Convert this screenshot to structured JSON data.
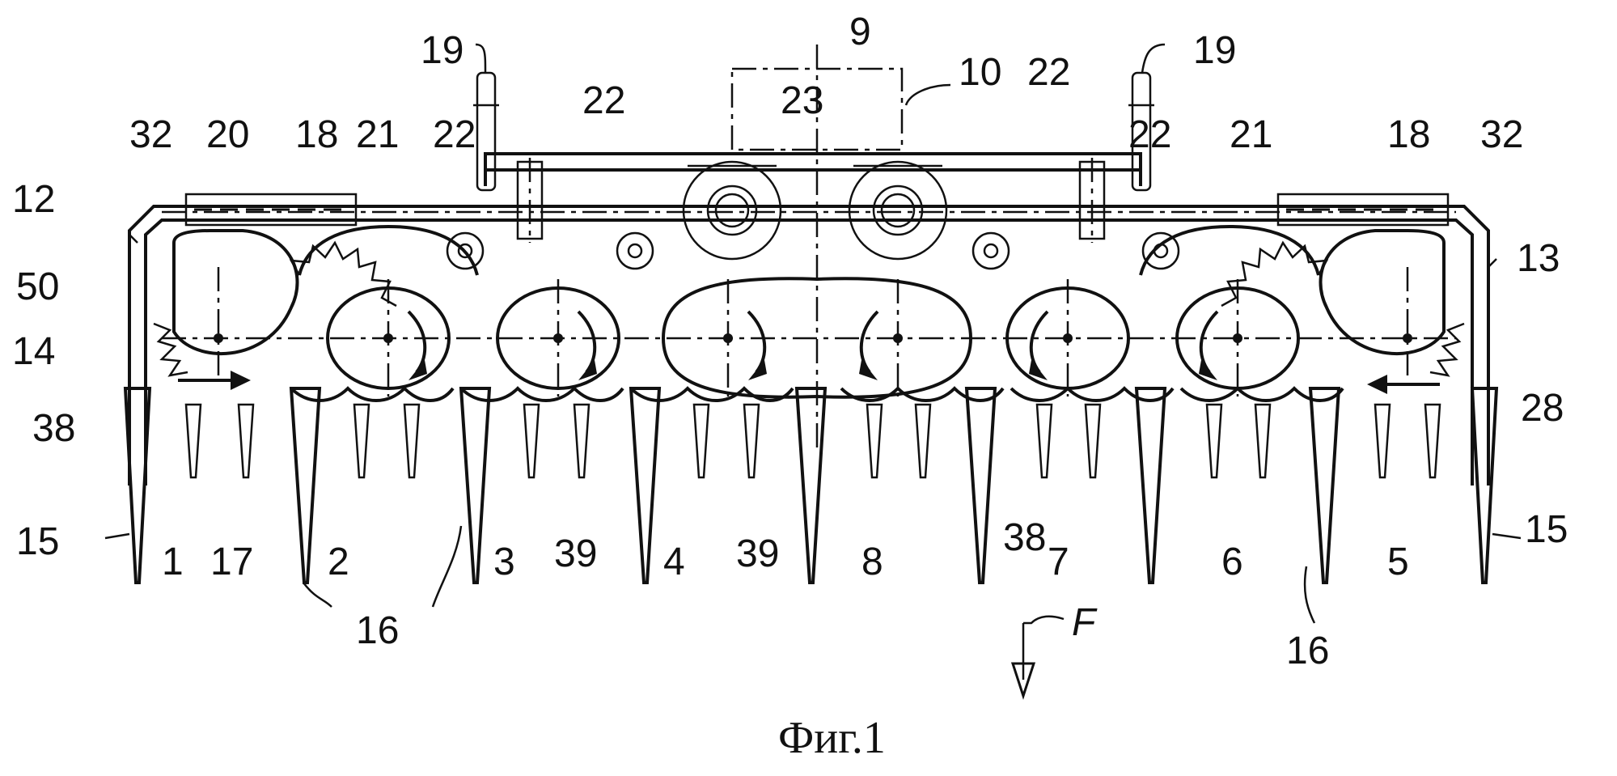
{
  "caption": "Фиг.1",
  "labels": {
    "l19a": "19",
    "l19b": "19",
    "l9": "9",
    "l10": "10",
    "l22a": "22",
    "l22b": "22",
    "l22c": "22",
    "l22d": "22",
    "l23": "23",
    "l32a": "32",
    "l32b": "32",
    "l20": "20",
    "l18a": "18",
    "l18b": "18",
    "l21a": "21",
    "l21b": "21",
    "l12": "12",
    "l13": "13",
    "l50": "50",
    "l14": "14",
    "l38a": "38",
    "l38b": "38",
    "l28": "28",
    "l15a": "15",
    "l15b": "15",
    "l1": "1",
    "l17": "17",
    "l2": "2",
    "l3": "3",
    "l39a": "39",
    "l4": "4",
    "l39b": "39",
    "l8": "8",
    "l7": "7",
    "l6": "6",
    "l5": "5",
    "l16a": "16",
    "l16b": "16",
    "lF": "F"
  }
}
